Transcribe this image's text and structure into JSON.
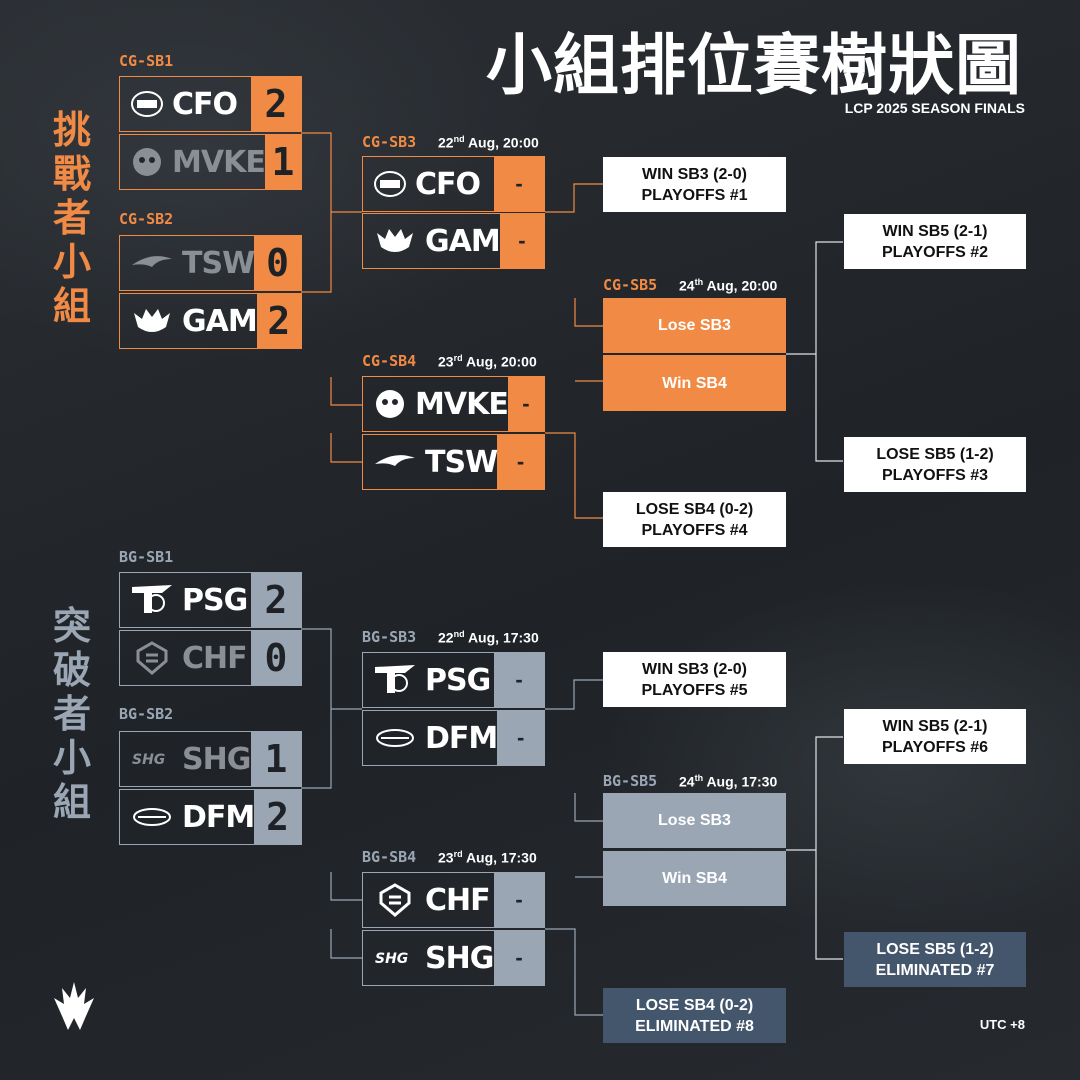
{
  "header": {
    "title": "小組排位賽樹狀圖",
    "subtitle": "LCP 2025 SEASON FINALS",
    "timezone": "UTC +8"
  },
  "groups": {
    "challenger": "挑戰者小組",
    "breakthrough": "突破者小組"
  },
  "colors": {
    "accent_orange": "#f08a44",
    "accent_grey": "#9aa6b4",
    "eliminated_dark": "#43566b"
  },
  "cg": {
    "sb1": {
      "label": "CG-SB1",
      "teams": [
        {
          "name": "CFO",
          "score": "2"
        },
        {
          "name": "MVKE",
          "score": "1"
        }
      ]
    },
    "sb2": {
      "label": "CG-SB2",
      "teams": [
        {
          "name": "TSW",
          "score": "0"
        },
        {
          "name": "GAM",
          "score": "2"
        }
      ]
    },
    "sb3": {
      "label": "CG-SB3",
      "date_day": "22",
      "date_suffix": "nd",
      "date_rest": " Aug, 20:00",
      "teams": [
        {
          "name": "CFO",
          "score": "-"
        },
        {
          "name": "GAM",
          "score": "-"
        }
      ]
    },
    "sb4": {
      "label": "CG-SB4",
      "date_day": "23",
      "date_suffix": "rd",
      "date_rest": " Aug, 20:00",
      "teams": [
        {
          "name": "MVKE",
          "score": "-"
        },
        {
          "name": "TSW",
          "score": "-"
        }
      ]
    },
    "sb5": {
      "label": "CG-SB5",
      "date_day": "24",
      "date_suffix": "th",
      "date_rest": " Aug, 20:00",
      "slots": [
        "Lose SB3",
        "Win SB4"
      ]
    },
    "results": {
      "win_sb3": [
        "WIN SB3 (2-0)",
        "PLAYOFFS #1"
      ],
      "lose_sb4": [
        "LOSE SB4 (0-2)",
        "PLAYOFFS #4"
      ],
      "win_sb5": [
        "WIN SB5 (2-1)",
        "PLAYOFFS #2"
      ],
      "lose_sb5": [
        "LOSE SB5 (1-2)",
        "PLAYOFFS #3"
      ]
    }
  },
  "bg": {
    "sb1": {
      "label": "BG-SB1",
      "teams": [
        {
          "name": "PSG",
          "score": "2"
        },
        {
          "name": "CHF",
          "score": "0"
        }
      ]
    },
    "sb2": {
      "label": "BG-SB2",
      "teams": [
        {
          "name": "SHG",
          "score": "1"
        },
        {
          "name": "DFM",
          "score": "2"
        }
      ]
    },
    "sb3": {
      "label": "BG-SB3",
      "date_day": "22",
      "date_suffix": "nd",
      "date_rest": " Aug, 17:30",
      "teams": [
        {
          "name": "PSG",
          "score": "-"
        },
        {
          "name": "DFM",
          "score": "-"
        }
      ]
    },
    "sb4": {
      "label": "BG-SB4",
      "date_day": "23",
      "date_suffix": "rd",
      "date_rest": " Aug, 17:30",
      "teams": [
        {
          "name": "CHF",
          "score": "-"
        },
        {
          "name": "SHG",
          "score": "-"
        }
      ]
    },
    "sb5": {
      "label": "BG-SB5",
      "date_day": "24",
      "date_suffix": "th",
      "date_rest": " Aug, 17:30",
      "slots": [
        "Lose SB3",
        "Win SB4"
      ]
    },
    "results": {
      "win_sb3": [
        "WIN SB3 (2-0)",
        "PLAYOFFS #5"
      ],
      "lose_sb4": [
        "LOSE SB4 (0-2)",
        "ELIMINATED #8"
      ],
      "win_sb5": [
        "WIN SB5 (2-1)",
        "PLAYOFFS #6"
      ],
      "lose_sb5": [
        "LOSE SB5 (1-2)",
        "ELIMINATED #7"
      ]
    }
  }
}
